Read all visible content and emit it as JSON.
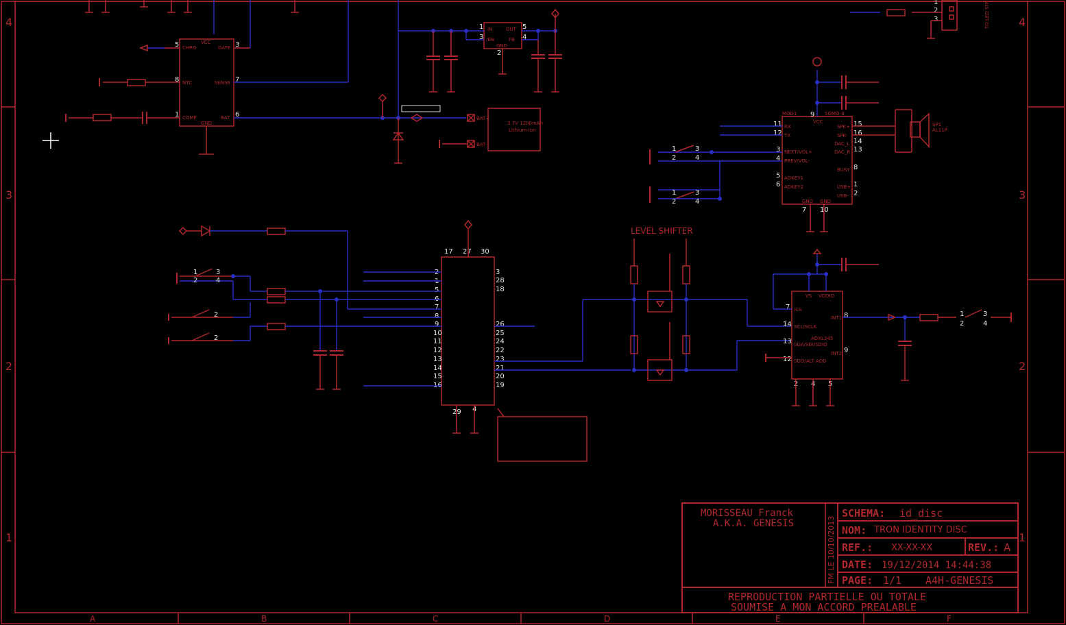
{
  "frame": {
    "rows": [
      "4",
      "3",
      "2",
      "1"
    ],
    "columns": [
      "A",
      "B",
      "C",
      "D",
      "E",
      "F"
    ]
  },
  "components": {
    "mcu_top": {
      "pins": [
        "5",
        "8",
        "1",
        "3",
        "7",
        "6"
      ],
      "labels": [
        "CHRG",
        "NTC",
        "COMP",
        "GATE",
        "SENSE",
        "BAT",
        "VCC",
        "GND"
      ]
    },
    "regulator": {
      "pins": [
        "1",
        "3",
        "5",
        "4",
        "2"
      ],
      "labels": [
        "IN",
        "/EN",
        "OUT",
        "FB",
        "GND"
      ]
    },
    "battery_box": {
      "lines": [
        "3.7V 1200mAh",
        "Lithium-Ion"
      ]
    },
    "battery_pins": [
      "BAT+",
      "BAT-"
    ],
    "sound_module": {
      "ref": "MOD1",
      "name": "SOMO-II",
      "left_pins": [
        "11",
        "12",
        "3",
        "4",
        "5",
        "6"
      ],
      "left_labels": [
        "RX",
        "TX",
        "NEXT/VOL+",
        "PREV/VOL-",
        "ADKEY1",
        "ADKEY2"
      ],
      "right_pins": [
        "15",
        "16",
        "14",
        "13",
        "8",
        "1",
        "2"
      ],
      "right_labels": [
        "SPK+",
        "SPK-",
        "DAC_L",
        "DAC_R",
        "BUSY",
        "USB+",
        "USB-"
      ],
      "top": [
        "9",
        "VCC"
      ],
      "bottom": [
        "7",
        "10",
        "GND",
        "GND"
      ]
    },
    "speaker": {
      "ref": "SP1",
      "part": "AL11P"
    },
    "connector": {
      "pins": [
        "1",
        "2",
        "3"
      ],
      "label": "TO LED STRIP"
    },
    "switch_pins": [
      "1",
      "2",
      "3",
      "4"
    ],
    "main_ic": {
      "top_pins": [
        "17",
        "27",
        "30"
      ],
      "left_pins": [
        "2",
        "1",
        "5",
        "6",
        "7",
        "8",
        "9",
        "10",
        "11",
        "12",
        "13",
        "14",
        "15",
        "16"
      ],
      "right_pins": [
        "3",
        "28",
        "18",
        "26",
        "25",
        "24",
        "23",
        "22",
        "21",
        "20",
        "19"
      ],
      "bottom_pins": [
        "29",
        "4"
      ]
    },
    "level_shifter": {
      "label": "LEVEL SHIFTER"
    },
    "accel": {
      "name": "ADXL345",
      "top": [
        "VS",
        "VDDIO"
      ],
      "left_pins": [
        "7",
        "14",
        "13",
        "12"
      ],
      "left_labels": [
        "/CS",
        "SCL/SCLK",
        "SDA/SDI/SDIO",
        "SDO/ALT ADD"
      ],
      "right_pins": [
        "8",
        "9"
      ],
      "right_labels": [
        "INT1",
        "INT2"
      ],
      "bottom_pins": [
        "2",
        "4",
        "5"
      ]
    }
  },
  "titleblock": {
    "author_line1": "MORISSEAU Franck",
    "author_line2": "A.K.A. GENESIS",
    "vertical_date": "FM LE 10/10/2013",
    "schema_label": "SCHEMA:",
    "schema_value": "id_disc",
    "nom_label": "NOM:",
    "nom_value": "TRON IDENTITY DISC",
    "ref_label": "REF.:",
    "ref_value": "XX-XX-XX",
    "rev_label": "REV.:",
    "rev_value": "A",
    "date_label": "DATE:",
    "date_value": "19/12/2014 14:44:38",
    "page_label": "PAGE:",
    "page_value": "1/1",
    "project": "A4H-GENESIS",
    "notice_line1": "REPRODUCTION PARTIELLE OU TOTALE",
    "notice_line2": "SOUMISE A MON ACCORD PREALABLE"
  },
  "colors": {
    "background": "#000000",
    "symbol": "#b0282e",
    "wire": "#2a2fc4",
    "pin_number": "#e8e8e8"
  }
}
